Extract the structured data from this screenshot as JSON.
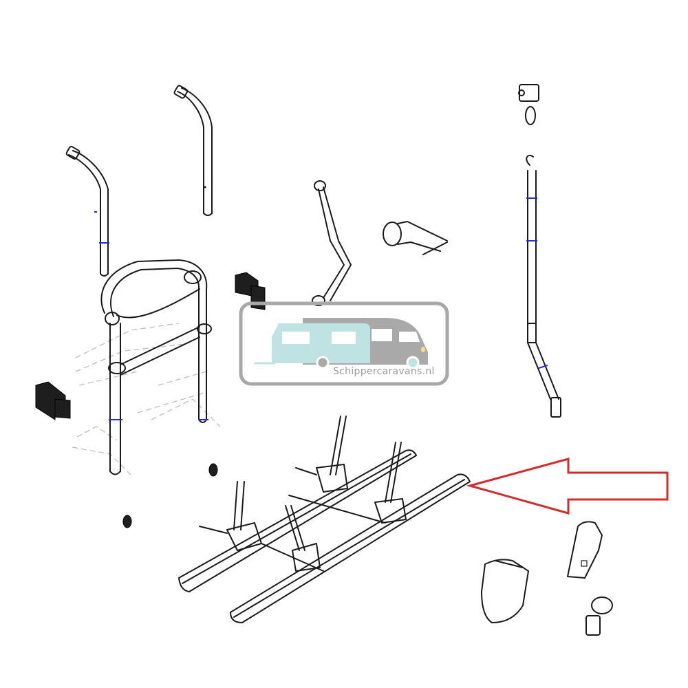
{
  "diagram": {
    "type": "exploded-parts-diagram",
    "subject": "bike carrier rack",
    "parts": [
      {
        "id": "upright-tube-left",
        "label": "upright tube (left)"
      },
      {
        "id": "upright-tube-right",
        "label": "upright tube (right)"
      },
      {
        "id": "frame-assembly",
        "label": "folding frame assembly"
      },
      {
        "id": "mounting-bracket-left",
        "label": "mounting bracket"
      },
      {
        "id": "mounting-bracket-center",
        "label": "mounting bracket"
      },
      {
        "id": "support-arm",
        "label": "support arm"
      },
      {
        "id": "strap-roll",
        "label": "strap with handle"
      },
      {
        "id": "lock-clamp",
        "label": "lock clamp"
      },
      {
        "id": "crank-rod",
        "label": "crank rod with hook"
      },
      {
        "id": "wheel-rails",
        "label": "double wheel rail with frame holders"
      },
      {
        "id": "rail-end-cap-large",
        "label": "rail end cap"
      },
      {
        "id": "rail-end-cap-small",
        "label": "rail end cap"
      },
      {
        "id": "lock-knob",
        "label": "lock knob"
      },
      {
        "id": "small-clip-1",
        "label": "clip"
      },
      {
        "id": "small-clip-2",
        "label": "clip"
      }
    ],
    "highlight_arrow": {
      "color": "#d42a2a",
      "points_to": "rail end"
    }
  },
  "watermark": {
    "text": "Schippercaravans.nl",
    "caravan_color": "#bfe3e2",
    "motorhome_color": "#a9a9a9",
    "frame_color": "#a8a8a8"
  }
}
